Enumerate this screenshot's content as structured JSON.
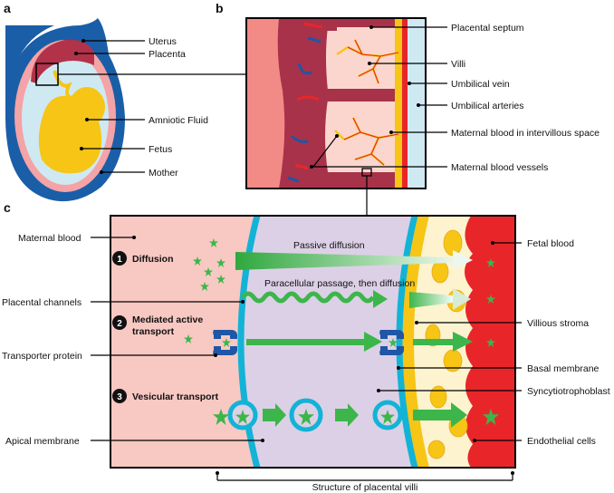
{
  "panels": {
    "a": "a",
    "b": "b",
    "c": "c"
  },
  "panel_a": {
    "labels": [
      "Uterus",
      "Placenta",
      "Amniotic Fluid",
      "Fetus",
      "Mother"
    ]
  },
  "panel_b": {
    "labels": [
      "Placental septum",
      "Villi",
      "Umbilical vein",
      "Umbilical arteries",
      "Maternal blood in intervillous space",
      "Maternal blood vessels"
    ]
  },
  "panel_c": {
    "left_labels": [
      "Maternal blood",
      "Placental channels",
      "Transporter protein",
      "Apical membrane"
    ],
    "right_labels": [
      "Fetal blood",
      "Villious stroma",
      "Basal membrane",
      "Syncytiotrophoblast",
      "Endothelial cells"
    ],
    "steps": [
      {
        "num": "1",
        "label": "Diffusion"
      },
      {
        "num": "2",
        "label_line1": "Mediated active",
        "label_line2": "transport"
      },
      {
        "num": "3",
        "label": "Vesicular transport"
      }
    ],
    "annotations": {
      "passive": "Passive diffusion",
      "paracellular": "Paracellular passage, then diffusion"
    },
    "bracket_label": "Structure of placental villi"
  },
  "colors": {
    "uterus_blue": "#1a5ea8",
    "membrane_cyan": "#12b3d6",
    "fetal_red": "#e8262a",
    "stroma_yellow": "#f6c516",
    "cytoplasm_lavender": "#dcd0e6",
    "maternal_pink": "#f8c8c2",
    "transport_green": "#3cb64a",
    "transporter_blue": "#1f56a5"
  }
}
